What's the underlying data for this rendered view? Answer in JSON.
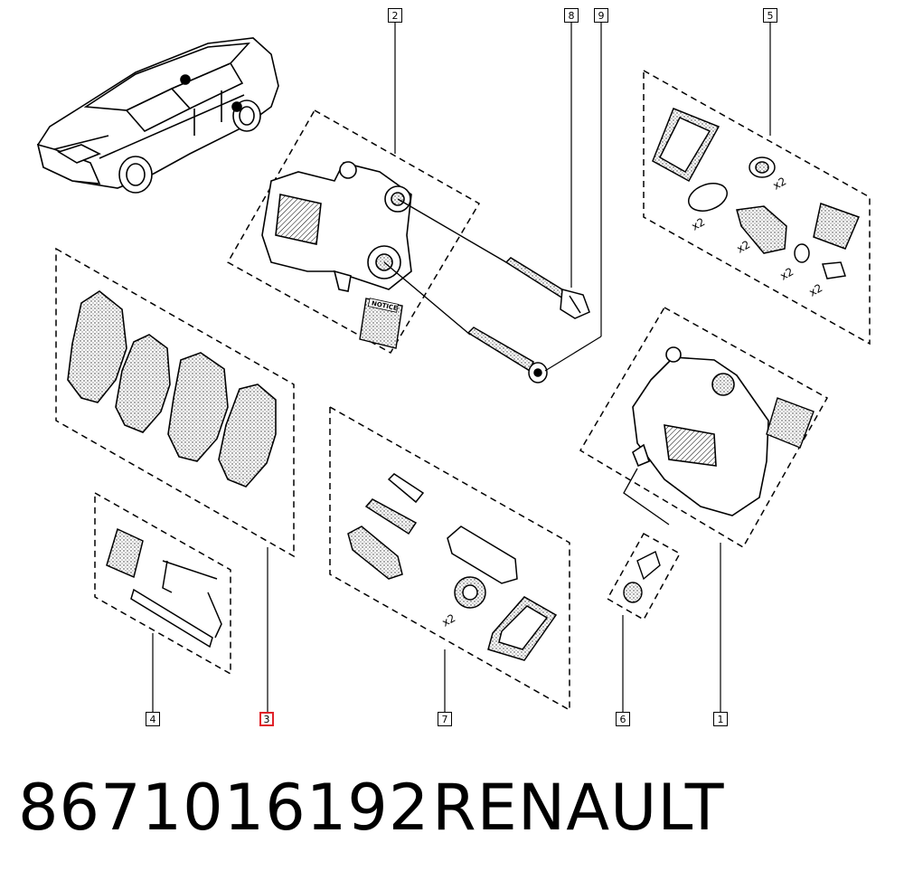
{
  "callouts": {
    "c1": "1",
    "c2": "2",
    "c3": "3",
    "c4": "4",
    "c5": "5",
    "c6": "6",
    "c7": "7",
    "c8": "8",
    "c9": "9"
  },
  "selected_callout": "3",
  "part_number": "8671016192",
  "brand": "RENAULT",
  "kit_labels": {
    "notice": "NOTICE",
    "qty_x2": "x2"
  }
}
